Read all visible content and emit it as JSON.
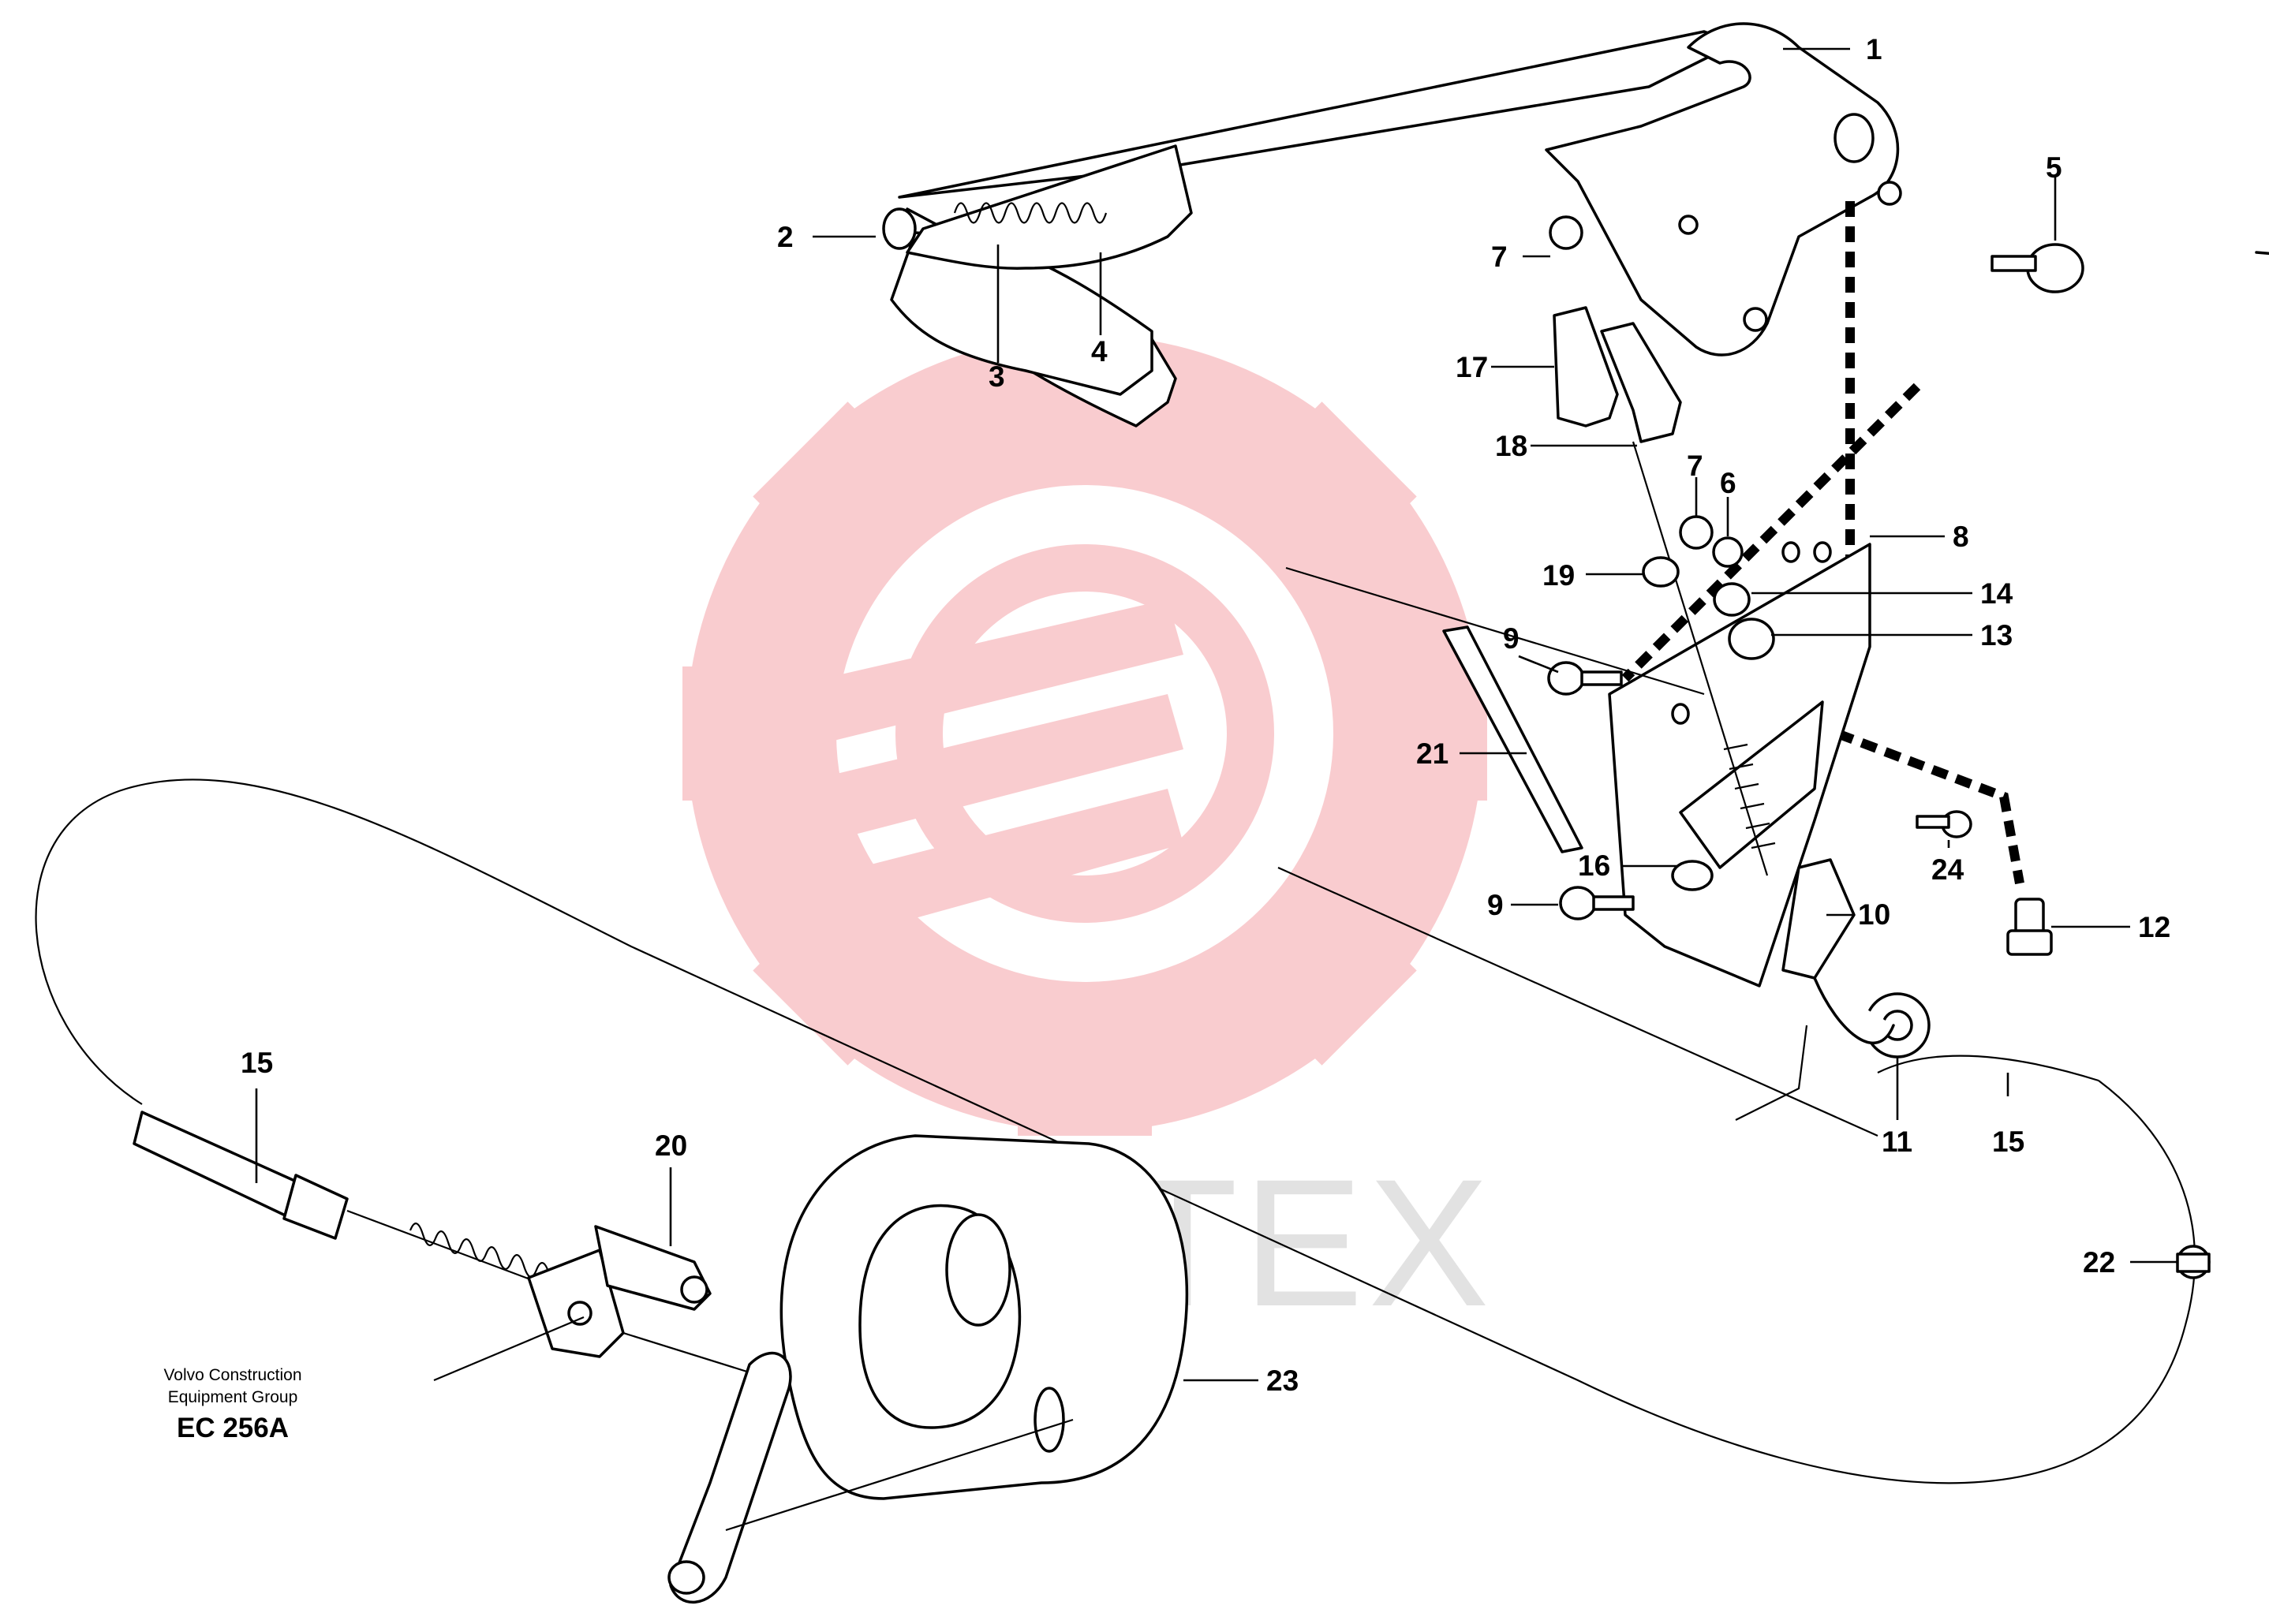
{
  "watermark": {
    "text": "ИНТЕХ",
    "gear_color": "#f4a3a8",
    "text_color": "#d9d9d9"
  },
  "credit": {
    "line1": "Volvo Construction",
    "line2": "Equipment Group",
    "code": "EC 256A"
  },
  "callouts": {
    "c1": "1",
    "c2": "2",
    "c3": "3",
    "c4": "4",
    "c5": "5",
    "c6": "6",
    "c7a": "7",
    "c7b": "7",
    "c8": "8",
    "c9a": "9",
    "c9b": "9",
    "c10": "10",
    "c11": "11",
    "c12": "12",
    "c13": "13",
    "c14": "14",
    "c15a": "15",
    "c15b": "15",
    "c16": "16",
    "c17": "17",
    "c18": "18",
    "c19": "19",
    "c20": "20",
    "c21": "21",
    "c22": "22",
    "c23": "23",
    "c24": "24"
  }
}
